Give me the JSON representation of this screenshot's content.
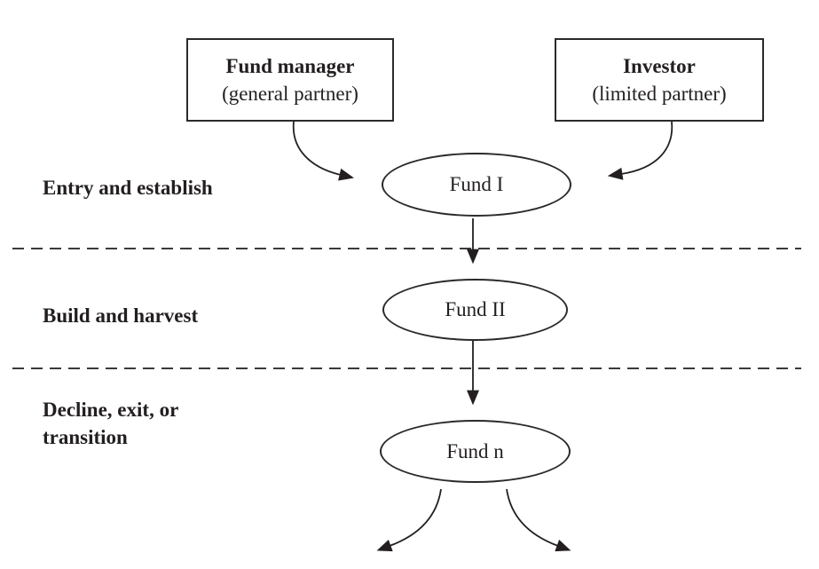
{
  "canvas": {
    "background": "#ffffff",
    "ink": "#231f20"
  },
  "boxes": {
    "fund_manager": {
      "title": "Fund manager",
      "subtitle": "(general partner)"
    },
    "investor": {
      "title": "Investor",
      "subtitle": "(limited partner)"
    }
  },
  "stages": {
    "stage1_label": "Entry and establish",
    "stage2_label": "Build and harvest",
    "stage3_label_line1": "Decline, exit, or",
    "stage3_label_line2": "transition"
  },
  "funds": {
    "fund1": "Fund I",
    "fund2": "Fund II",
    "fund3": "Fund n"
  }
}
